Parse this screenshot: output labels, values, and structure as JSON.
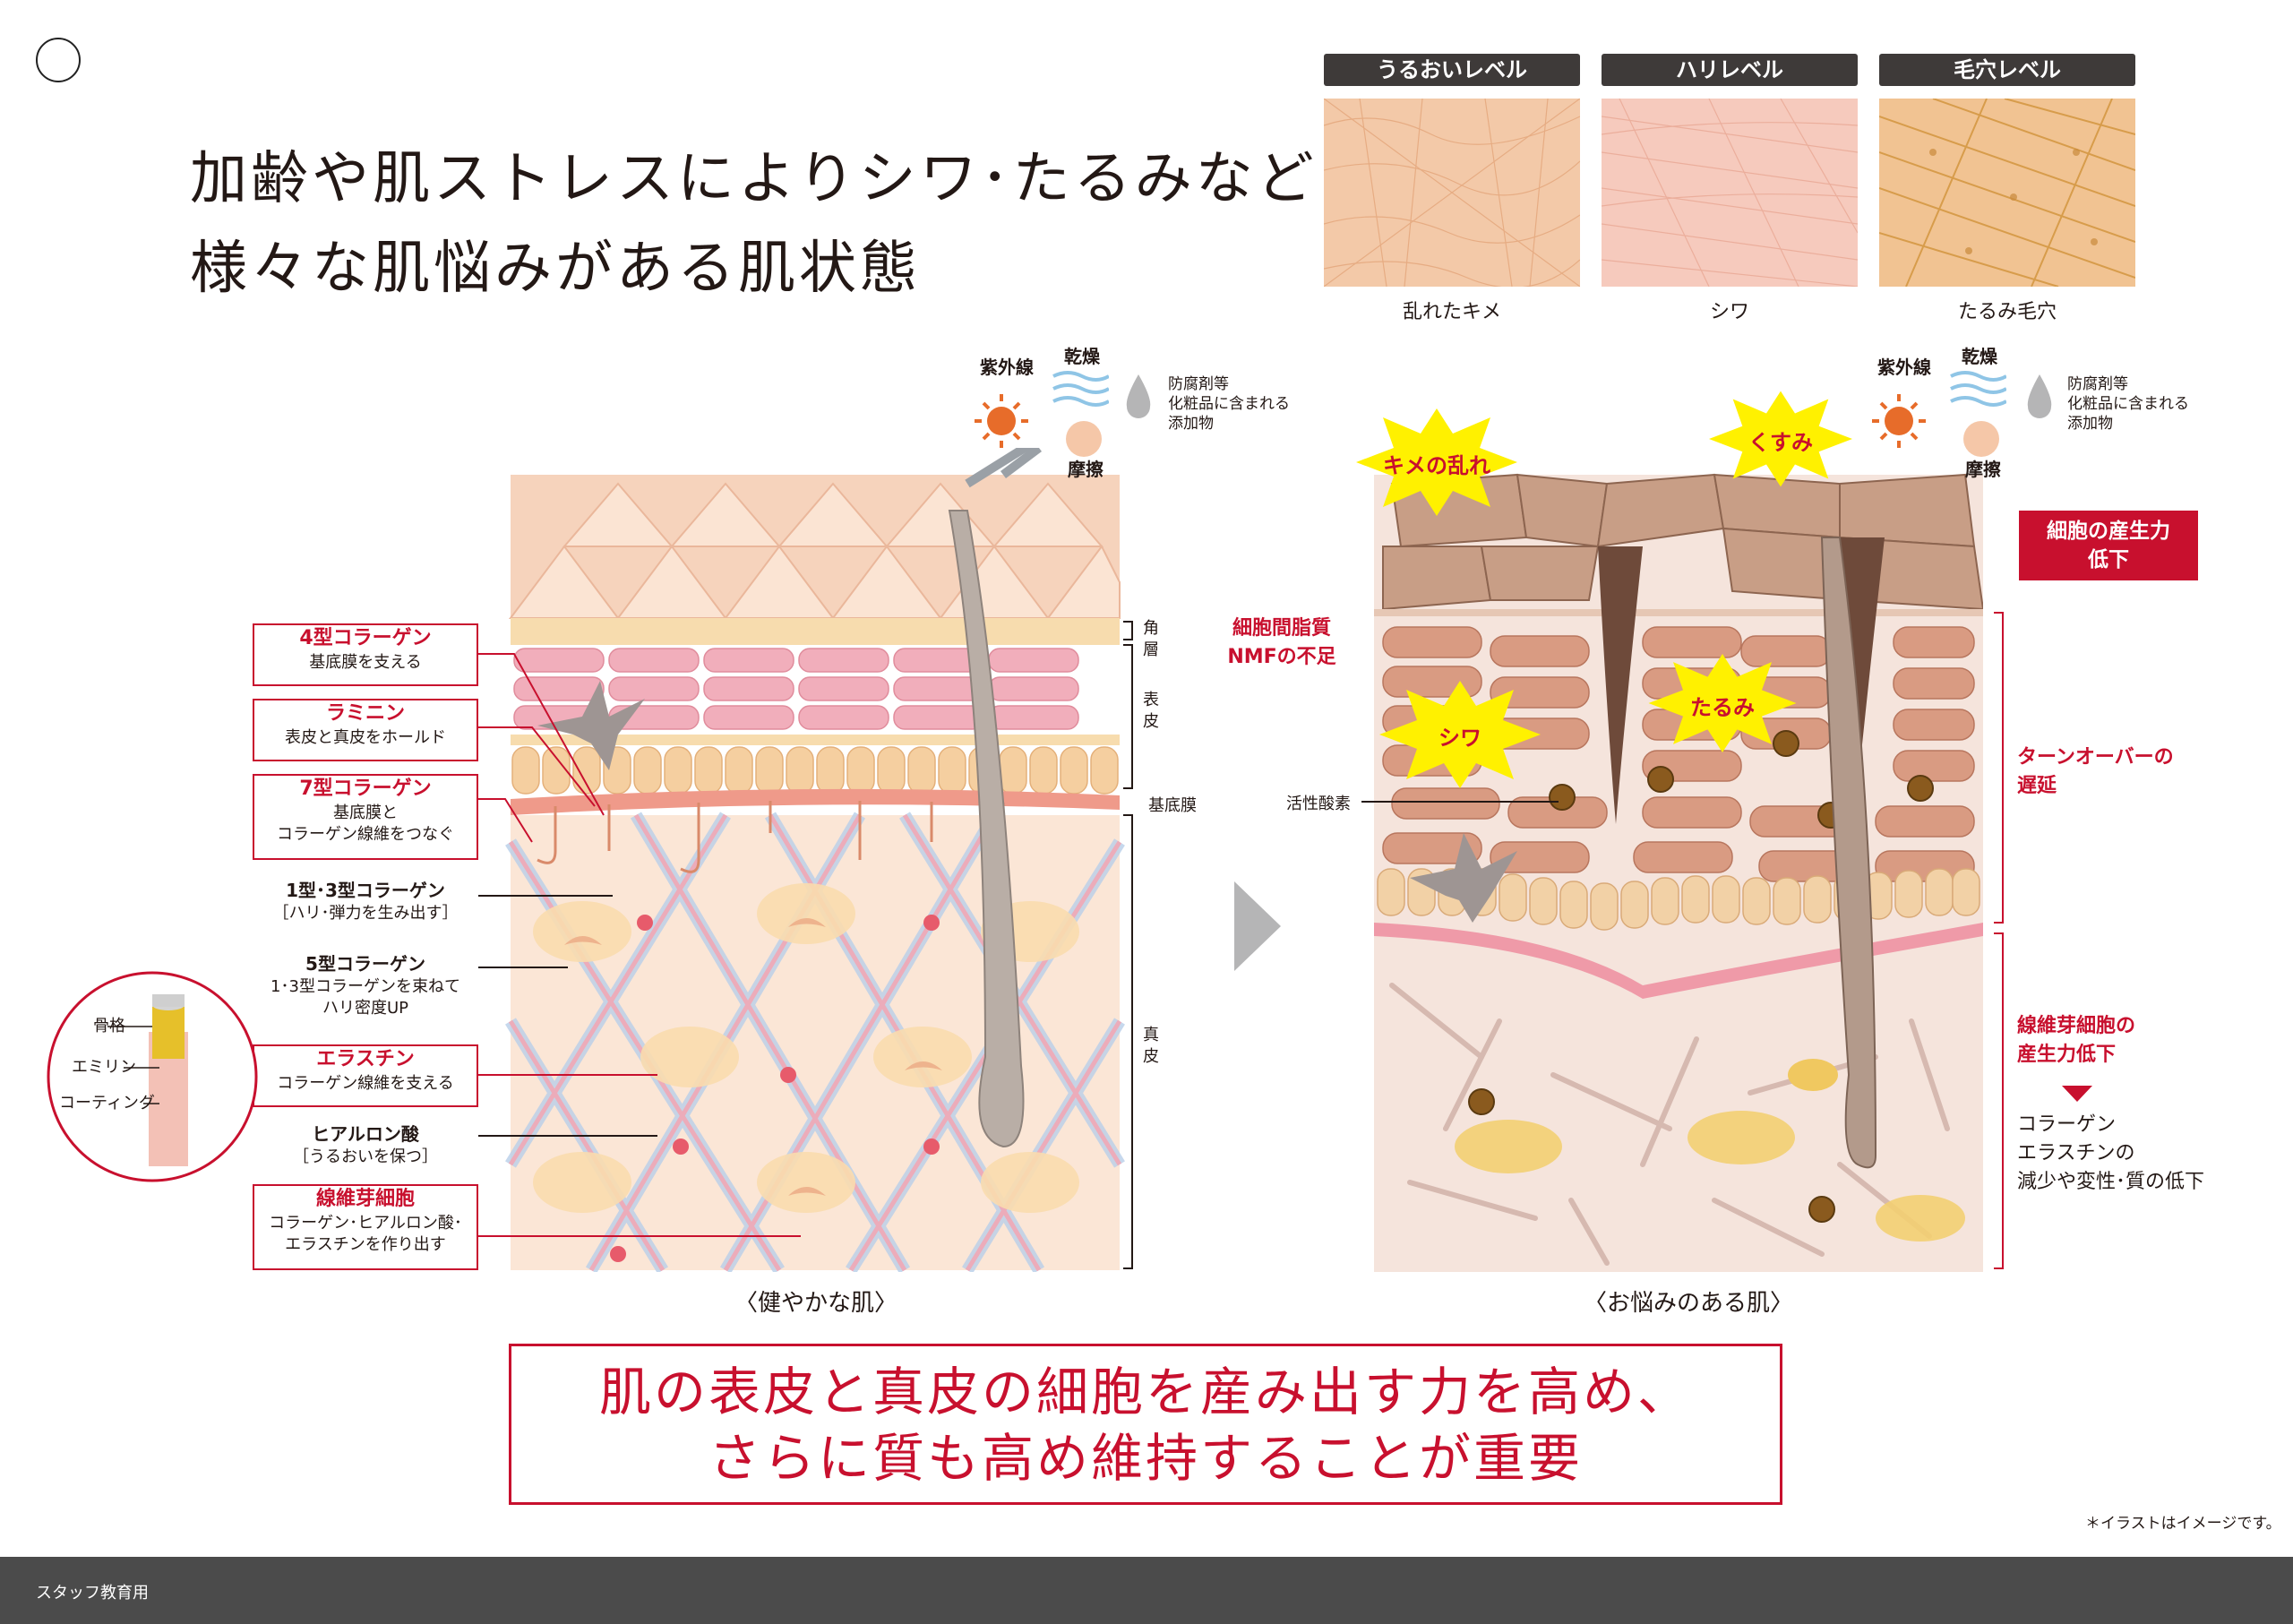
{
  "title": {
    "line1": "加齢や肌ストレスによりシワ･たるみなど",
    "line2": "様々な肌悩みがある肌状態"
  },
  "levels": [
    {
      "header": "うるおいレベル",
      "caption": "乱れたキメ",
      "color": "#f3c9a8",
      "line": "#e8a878"
    },
    {
      "header": "ハリレベル",
      "caption": "シワ",
      "color": "#f6c8bc",
      "line": "#ecae9c"
    },
    {
      "header": "毛穴レベル",
      "caption": "たるみ毛穴",
      "color": "#f0c08e",
      "line": "#d89a48"
    }
  ],
  "left_labels": {
    "collagen4": {
      "title": "4型コラーゲン",
      "sub": "基底膜を支える"
    },
    "laminin": {
      "title": "ラミニン",
      "sub": "表皮と真皮をホールド"
    },
    "collagen7": {
      "title": "7型コラーゲン",
      "sub1": "基底膜と",
      "sub2": "コラーゲン線維をつなぐ"
    },
    "collagen13": {
      "title": "1型･3型コラーゲン",
      "sub": "［ハリ･弾力を生み出す］"
    },
    "collagen5": {
      "title": "5型コラーゲン",
      "sub1": "1･3型コラーゲンを束ねて",
      "sub2": "ハリ密度UP"
    },
    "elastin": {
      "title": "エラスチン",
      "sub": "コラーゲン線維を支える"
    },
    "hyaluronic": {
      "title": "ヒアルロン酸",
      "sub": "［うるおいを保つ］"
    },
    "fibroblast": {
      "title": "線維芽細胞",
      "sub1": "コラーゲン･ヒアルロン酸･",
      "sub2": "エラスチンを作り出す"
    }
  },
  "fiber": {
    "bone": "骨格",
    "emilin": "エミリン",
    "coating": "コーティング"
  },
  "layers": {
    "stratum": "角層",
    "epidermis": "表皮",
    "basement": "基底膜",
    "dermis": "真皮"
  },
  "stress": {
    "uv": "紫外線",
    "dry": "乾燥",
    "friction": "摩擦",
    "additive1": "防腐剤等",
    "additive2": "化粧品に含まれる",
    "additive3": "添加物"
  },
  "captions": {
    "healthy": "〈健やかな肌〉",
    "troubled": "〈お悩みのある肌〉"
  },
  "right_labels": {
    "kime": "キメの乱れ",
    "kusumi": "くすみ",
    "shiwa": "シワ",
    "tarumi": "たるみ",
    "lipid1": "細胞間脂質",
    "lipid2": "NMFの不足",
    "ros": "活性酸素",
    "production1": "細胞の産生力",
    "production2": "低下",
    "turnover1": "ターンオーバーの",
    "turnover2": "遅延",
    "fibro1": "線維芽細胞の",
    "fibro2": "産生力低下",
    "result1": "コラーゲン",
    "result2": "エラスチンの",
    "result3": "減少や変性･質の低下"
  },
  "conclusion": {
    "line1": "肌の表皮と真皮の細胞を産み出す力を高め、",
    "line2": "さらに質も高め維持することが重要"
  },
  "note": "＊イラストはイメージです。",
  "footer": "スタッフ教育用",
  "colors": {
    "accent": "#c8102e",
    "dark": "#3e3a39"
  }
}
